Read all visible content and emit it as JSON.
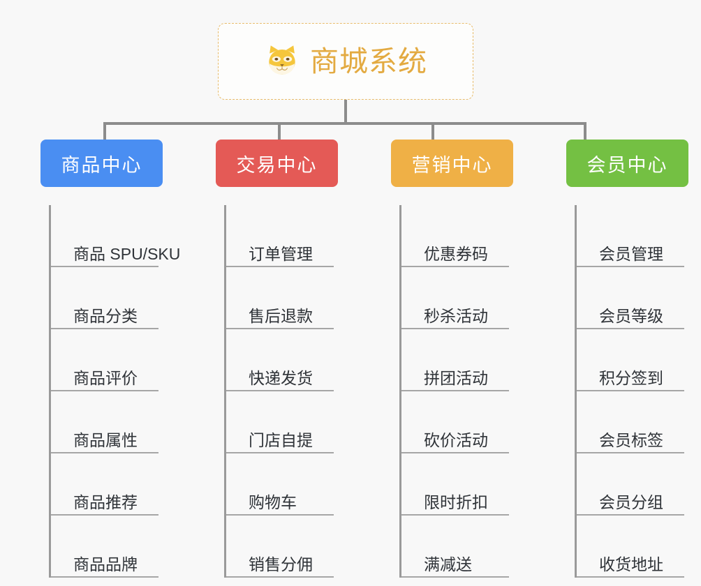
{
  "diagram": {
    "title": "商城系统",
    "root": {
      "label": "商城系统",
      "icon": "shiba-dog-face-icon",
      "text_color": "#e3aa41",
      "border_color": "#e8bb6a",
      "background": "#fdfdfc"
    },
    "background": "#f8f8f8",
    "connector_color": "#8c8c8c",
    "columns": [
      {
        "id": "product-center",
        "header": "商品中心",
        "color": "#4a8ef2",
        "items": [
          "商品 SPU/SKU",
          "商品分类",
          "商品评价",
          "商品属性",
          "商品推荐",
          "商品品牌"
        ]
      },
      {
        "id": "trade-center",
        "header": "交易中心",
        "color": "#e45a56",
        "items": [
          "订单管理",
          "售后退款",
          "快递发货",
          "门店自提",
          "购物车",
          "销售分佣"
        ]
      },
      {
        "id": "marketing-center",
        "header": "营销中心",
        "color": "#efb046",
        "items": [
          "优惠券码",
          "秒杀活动",
          "拼团活动",
          "砍价活动",
          "限时折扣",
          "满减送"
        ]
      },
      {
        "id": "member-center",
        "header": "会员中心",
        "color": "#74c043",
        "items": [
          "会员管理",
          "会员等级",
          "积分签到",
          "会员标签",
          "会员分组",
          "收货地址"
        ]
      }
    ]
  }
}
